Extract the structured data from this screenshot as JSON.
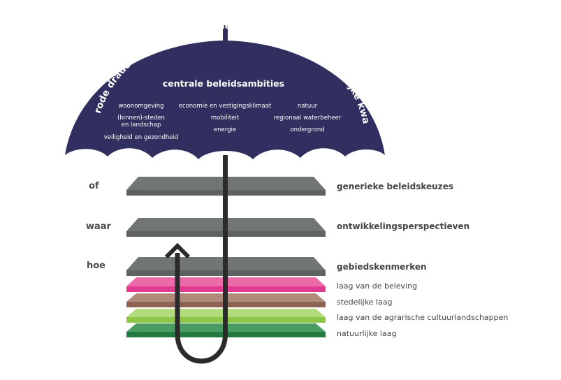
{
  "canopy": {
    "arc_text": "rode draden: duurzaamheid, sociale kwaliteit en ruimtelijke kwaliteit",
    "heading": "centrale beleidsambities",
    "ambitions": {
      "col1": [
        "woonomgeving",
        "(binnen)-steden",
        "en landschap",
        "veiligheid en gezondheid"
      ],
      "col2": [
        "economie en vestigingsklimaat",
        "mobiliteit",
        "energie"
      ],
      "col3": [
        "natuur",
        "regionaal waterbeheer",
        "ondergrond"
      ]
    }
  },
  "left_labels": [
    "of",
    "waar",
    "hoe"
  ],
  "layers": {
    "main": [
      "generieke beleidskeuzes",
      "ontwikkelingsperspectieven",
      "gebiedskenmerken"
    ],
    "sub": [
      "laag van de beleving",
      "stedelijke laag",
      "laag van de agrarische cultuurlandschappen",
      "natuurlijke laag"
    ]
  },
  "colors": {
    "canopy": "#302f5f",
    "handle": "#2b2b2b",
    "gray_layer": "#727575",
    "pink_layer": "#e8479a",
    "brown_layer": "#9d7465",
    "lightgreen_layer": "#9ecf5c",
    "darkgreen_layer": "#2e8a4e"
  }
}
